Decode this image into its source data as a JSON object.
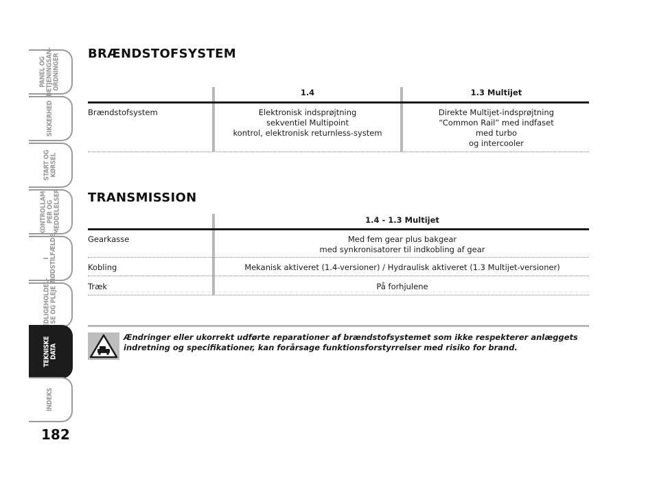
{
  "sidebar": {
    "tabs": [
      {
        "label": "PANEL OG\nBETJENINGSAN-\nORDNINGER"
      },
      {
        "label": "SIKKERHED"
      },
      {
        "label": "START OG\nKØRSEL"
      },
      {
        "label": "KONTROLLAM-\nPER OG\nMEDDELELSER"
      },
      {
        "label": "I\nNØDSTILFÆLDE"
      },
      {
        "label": "VEDLIGEHOLDEL-\nSE OG PLEJE"
      },
      {
        "label": "TEKNISKE\nDATA"
      },
      {
        "label": "INDEKS"
      }
    ],
    "active_index": 6
  },
  "page_number": "182",
  "fuel_system": {
    "title": "BRÆNDSTOFSYSTEM",
    "col1_header": "1.4",
    "col2_header": "1.3 Multijet",
    "row_label": "Brændstofsystem",
    "col1_value": "Elektronisk indsprøjtning\nsekventiel Multipoint\nkontrol, elektronisk returnless-system",
    "col2_value": "Direkte Multijet-indsprøjtning\n“Common Rail” med indfaset\nmed turbo\nog intercooler"
  },
  "transmission": {
    "title": "TRANSMISSION",
    "header": "1.4 - 1.3 Multijet",
    "rows": [
      {
        "label": "Gearkasse",
        "value": "Med fem gear plus bakgear\nmed synkronisatorer til indkobling af gear"
      },
      {
        "label": "Kobling",
        "value": "Mekanisk aktiveret (1.4-versioner) / Hydraulisk aktiveret (1.3 Multijet-versioner)"
      },
      {
        "label": "Træk",
        "value": "På forhjulene"
      }
    ]
  },
  "warning": {
    "icon": "car-lift-warning-icon",
    "text": "Ændringer eller ukorrekt udførte reparationer af brændstofsystemet som ikke respekterer anlæggets indretning og specifikationer, kan forårsage funktionsforstyrrelser med risiko for brand."
  },
  "colors": {
    "tab_border": "#9a9a9a",
    "tab_active": "#1c1c1c",
    "rule_gray": "#b8b8b8"
  }
}
